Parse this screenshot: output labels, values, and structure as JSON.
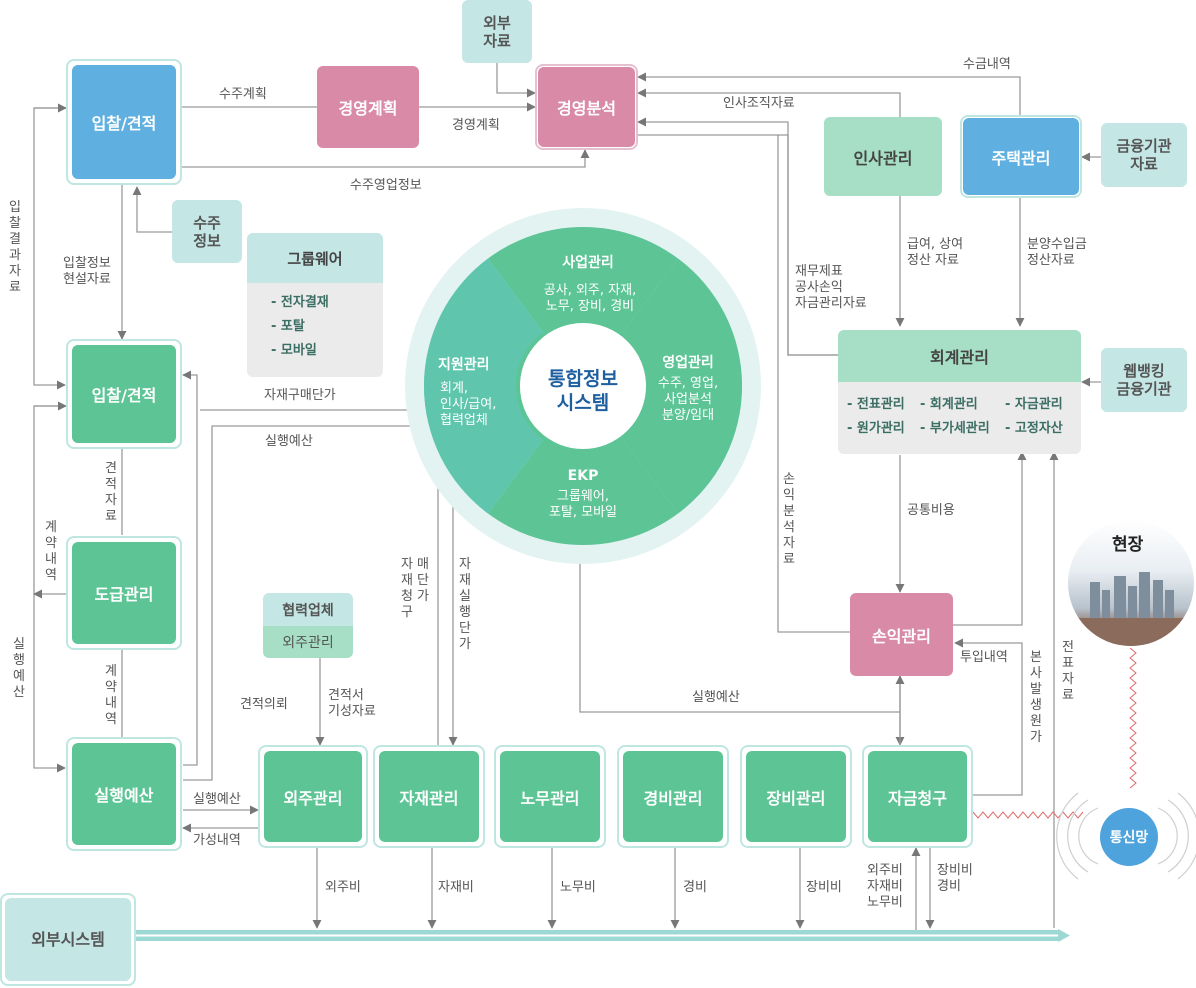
{
  "nodes": {
    "bid_top": "입찰/견적",
    "mgmt_plan": "경영계획",
    "mgmt_analysis": "경영분석",
    "external_data": "외부\n자료",
    "order_info": "수주\n정보",
    "hr": "인사관리",
    "housing": "주택관리",
    "finance_data": "금융기관\n자료",
    "bid_mid": "입찰/견적",
    "subcontract": "도급관리",
    "exec_budget": "실행예산",
    "accounting": "회계관리",
    "webbanking": "웹뱅킹\n금융기관",
    "pnl": "손익관리",
    "site": "현장",
    "network": "통신망",
    "external_system": "외부시스템",
    "outsourcing": "외주관리",
    "materials": "자재관리",
    "labor": "노무관리",
    "expenses": "경비관리",
    "equipment": "장비관리",
    "payment_claim": "자금청구"
  },
  "groupware": {
    "title": "그룹웨어",
    "items": [
      "- 전자결재",
      "- 포탈",
      "- 모바일"
    ]
  },
  "partner": {
    "title": "협력업체",
    "sub": "외주관리"
  },
  "accounting_items": [
    "- 전표관리",
    "- 회계관리",
    "- 자금관리",
    "- 원가관리",
    "- 부가세관리",
    "- 고정자산"
  ],
  "center": {
    "title": "통합정보\n시스템",
    "segments": [
      {
        "title": "사업관리",
        "body": "공사, 외주, 자재,\n노무, 장비, 경비"
      },
      {
        "title": "영업관리",
        "body": "수주, 영업,\n사업분석\n분양/임대"
      },
      {
        "title": "EKP",
        "body": "그룹웨어,\n포탈, 모바일"
      },
      {
        "title": "지원관리",
        "body": "회계,\n인사/급여,\n협력업체"
      }
    ]
  },
  "labels": {
    "order_plan": "수주계획",
    "mgmt_plan_flow": "경영계획",
    "order_sales_info": "수주영업정보",
    "receipts": "수금내역",
    "hr_org_data": "인사조직자료",
    "bid_info": "입찰정보\n현설자료",
    "bid_result": "입찰결과자료",
    "material_unit_price": "자재구매단가",
    "exec_budget_flow1": "실행예산",
    "estimate_data": "견적자료",
    "contract_details1": "계약내역",
    "contract_details2": "계약내역",
    "exec_budget_vertical": "실행예산",
    "salary": "급여, 상여\n정산 자료",
    "sales_settle": "분양수입금\n정산자료",
    "fin_statements": "재무제표\n공사손익\n자금관리자료",
    "common_cost": "공통비용",
    "pnl_analysis": "손익분석자료",
    "material_request": "자재청구",
    "material_buy_price": "매단가",
    "material_exec_price": "자재실행단가",
    "exec_budget_flow2": "실행예산",
    "input_details": "투입내역",
    "hq_cost": "본사발생원가",
    "voucher_data": "전표자료",
    "estimate_request": "견적의뢰",
    "estimate_docs": "견적서\n기성자료",
    "exec_budget_flow3": "실행예산",
    "progress_details": "가성내역",
    "cost_outsource": "외주비",
    "cost_material": "자재비",
    "cost_labor": "노무비",
    "cost_expense": "경비",
    "cost_equipment": "장비비",
    "cost_combined": "외주비\n자재비\n노무비",
    "cost_equip_exp": "장비비\n경비"
  }
}
